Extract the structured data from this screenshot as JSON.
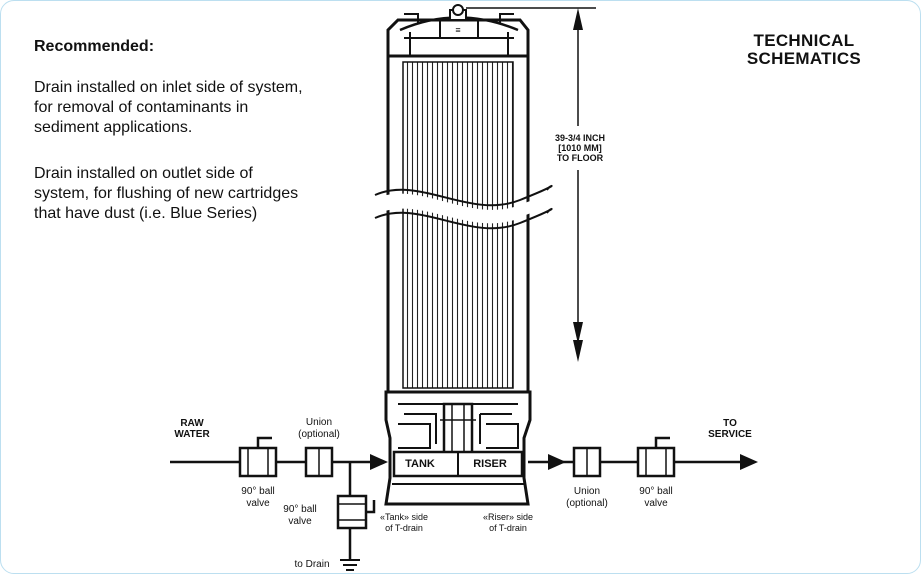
{
  "title_line1": "TECHNICAL",
  "title_line2": "SCHEMATICS",
  "notes": {
    "heading": "Recommended:",
    "para1_line1": "Drain installed on inlet side of system,",
    "para1_line2": "for removal of contaminants in",
    "para1_line3": "sediment applications.",
    "para2_line1": "Drain installed on outlet side of",
    "para2_line2": "system, for flushing of new cartridges",
    "para2_line3": "that have dust (i.e. Blue Series)"
  },
  "dimension": {
    "line1": "39-3/4 INCH",
    "line2": "[1010 MM]",
    "line3": "TO FLOOR"
  },
  "labels": {
    "raw_line1": "RAW",
    "raw_line2": "WATER",
    "service_line1": "TO",
    "service_line2": "SERVICE",
    "union_in_line1": "Union",
    "union_in_line2": "(optional)",
    "union_out_line1": "Union",
    "union_out_line2": "(optional)",
    "valve_in_line1": "90° ball",
    "valve_in_line2": "valve",
    "valve_drain_line1": "90° ball",
    "valve_drain_line2": "valve",
    "valve_out_line1": "90° ball",
    "valve_out_line2": "valve",
    "to_drain": "to Drain",
    "tank": "TANK",
    "riser": "RISER",
    "tank_side_line1": "«Tank» side",
    "tank_side_line2": "of T-drain",
    "riser_side_line1": "«Riser» side",
    "riser_side_line2": "of T-drain"
  }
}
